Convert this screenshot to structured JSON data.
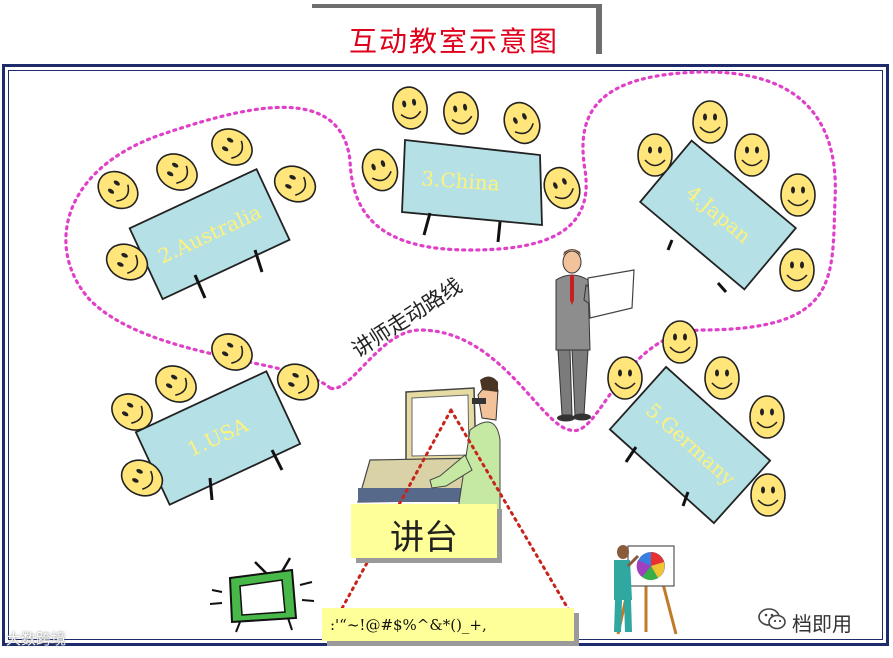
{
  "title": "互动教室示意图",
  "tables": [
    {
      "label": "1.USA"
    },
    {
      "label": "2.Australia"
    },
    {
      "label": "3.China"
    },
    {
      "label": "4.Japan"
    },
    {
      "label": "5.Germany"
    }
  ],
  "route_label": "讲师走动路线",
  "podium_label": "讲台",
  "symbol_text": ":'“~!@#$%^&*()_+,",
  "watermark_left": "大数跨境",
  "watermark_right": "档即用",
  "colors": {
    "title": "#e0001b",
    "frame": "#1d2a6b",
    "table": "#b5e1e6",
    "smiley": "#ffe57a",
    "route": "#e040c8",
    "podium": "#ffff99",
    "beam": "#c8241c"
  }
}
